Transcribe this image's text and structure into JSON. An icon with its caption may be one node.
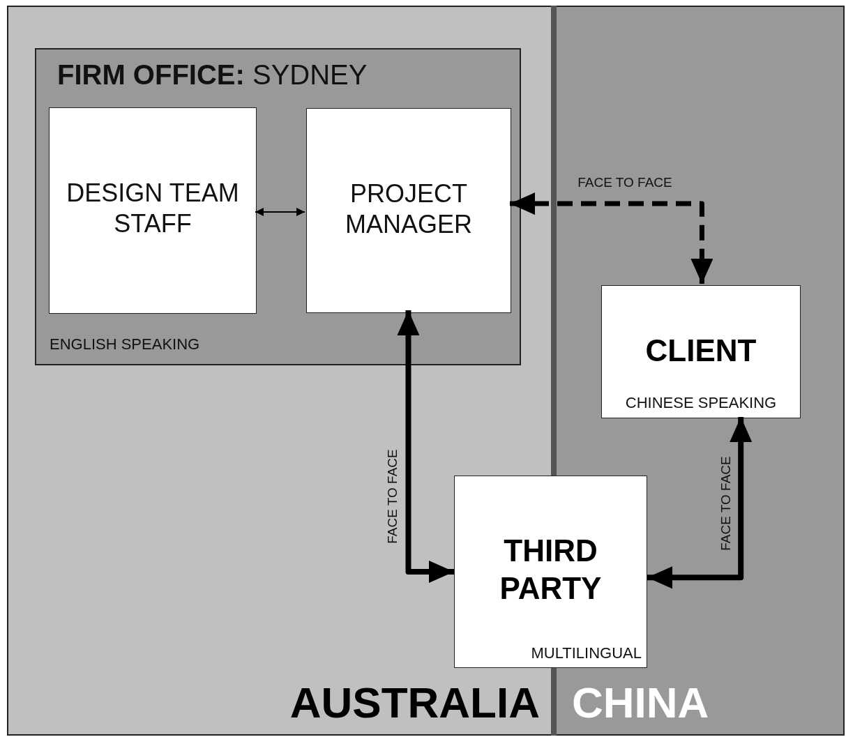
{
  "diagram": {
    "nodes": [
      {
        "text": [
          "AUSTRALIA"
        ]
      },
      {
        "text": [
          "CHINA"
        ]
      },
      {
        "text": [
          "**FIRM OFFICE:** SYDNEY",
          "ENGLISH SPEAKING"
        ],
        "in": 0
      },
      {
        "text": [
          "DESIGN TEAM STAFF"
        ],
        "in": 2
      },
      {
        "text": [
          "PROJECT MANAGER"
        ],
        "in": 2
      },
      {
        "text": [
          "CLIENT",
          "CHINESE SPEAKING"
        ],
        "in": 1
      },
      {
        "text": [
          "THIRD PARTY",
          "MULTILINGUAL"
        ]
      }
    ],
    "edges": [
      {
        "from": 3,
        "to": 4,
        "arrow": "both"
      },
      {
        "from": 4,
        "to": 5,
        "arrow": "both",
        "label": "FACE TO FACE",
        "style": "dashed"
      },
      {
        "from": 4,
        "to": 6,
        "arrow": "both",
        "label": "FACE TO FACE"
      },
      {
        "from": 5,
        "to": 6,
        "arrow": "both",
        "label": "FACE TO FACE"
      }
    ]
  }
}
